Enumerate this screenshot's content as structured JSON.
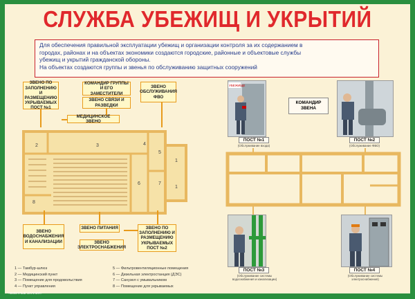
{
  "title": "СЛУЖБА УБЕЖИЩ И УКРЫТИЙ",
  "intro": {
    "line1": "Для обеспечения правильной эксплуатации убежищ  и организации контроля за их содержанием в",
    "line2": "городах, районах и на объектах  экономики создаются городские, районные и объектовые службы",
    "line3": "убежищ и укрытий гражданской обороны.",
    "line4": "На объектах создаются группы и звенья по обслуживанию защитных сооружений"
  },
  "labels": {
    "post1_unit": "ЗВЕНО ПО ЗАПОЛНЕНИЮ И РАЗМЕЩЕНИЮ УКРЫВАЕМЫХ ПОСТ №1",
    "commander": "КОМАНДИР ГРУППЫ И ЕГО ЗАМЕСТИТЕЛИ",
    "comm_unit": "ЗВЕНО СВЯЗИ И РАЗВЕДКИ",
    "ffo_unit": "ЗВЕНО ОБСЛУЖИВАНИЯ ФВО",
    "med_unit": "МЕДИЦИНСКОЕ ЗВЕНО",
    "food_unit": "ЗВЕНО ПИТАНИЯ",
    "water_unit": "ЗВЕНО ВОДОСНАБЖЕНИЯ И КАНАЛИЗАЦИИ",
    "power_unit": "ЗВЕНО ЭЛЕКТРОСНАБЖЕНИЯ",
    "post2_unit": "ЗВЕНО ПО ЗАПОЛНЕНИЮ И РАЗМЕЩЕНИЮ УКРЫВАЕМЫХ ПОСТ №2"
  },
  "plan_numbers": [
    "2",
    "3",
    "4",
    "1",
    "1",
    "5",
    "6",
    "7",
    "8"
  ],
  "legend_left": [
    "1 — Тамбур-шлюз",
    "2 — Медицинский пункт",
    "3 — Помещение для продовольствия",
    "4 — Пункт управления"
  ],
  "legend_right": [
    "5 — Фильтровентиляционные помещения",
    "6 — Дизельная электростанция (ДЭС)",
    "7 — Санузел с умывальником",
    "8 — Помещение для укрываемых"
  ],
  "right": {
    "commander": "КОМАНДИР ЗВЕНА",
    "sign": "УБЕЖИЩЕ",
    "posts": [
      {
        "name": "ПОСТ №1",
        "sub": "(Обслуживание входа)"
      },
      {
        "name": "ПОСТ №2",
        "sub": "(Обслуживание ФВО)"
      },
      {
        "name": "ПОСТ №3",
        "sub": "(Обслуживание системы водоснабжения и канализации)"
      },
      {
        "name": "ПОСТ №4",
        "sub": "(Обслуживание системы электроснабжения)"
      }
    ]
  },
  "footer": "«ВОЕННЫЕ ЗНАНИЯ»",
  "colors": {
    "frame": "#2a8f3f",
    "title": "#e0282c",
    "label_border": "#e89a1a",
    "plan_wall": "#e8b860",
    "plan_floor": "#f6e2a8"
  }
}
